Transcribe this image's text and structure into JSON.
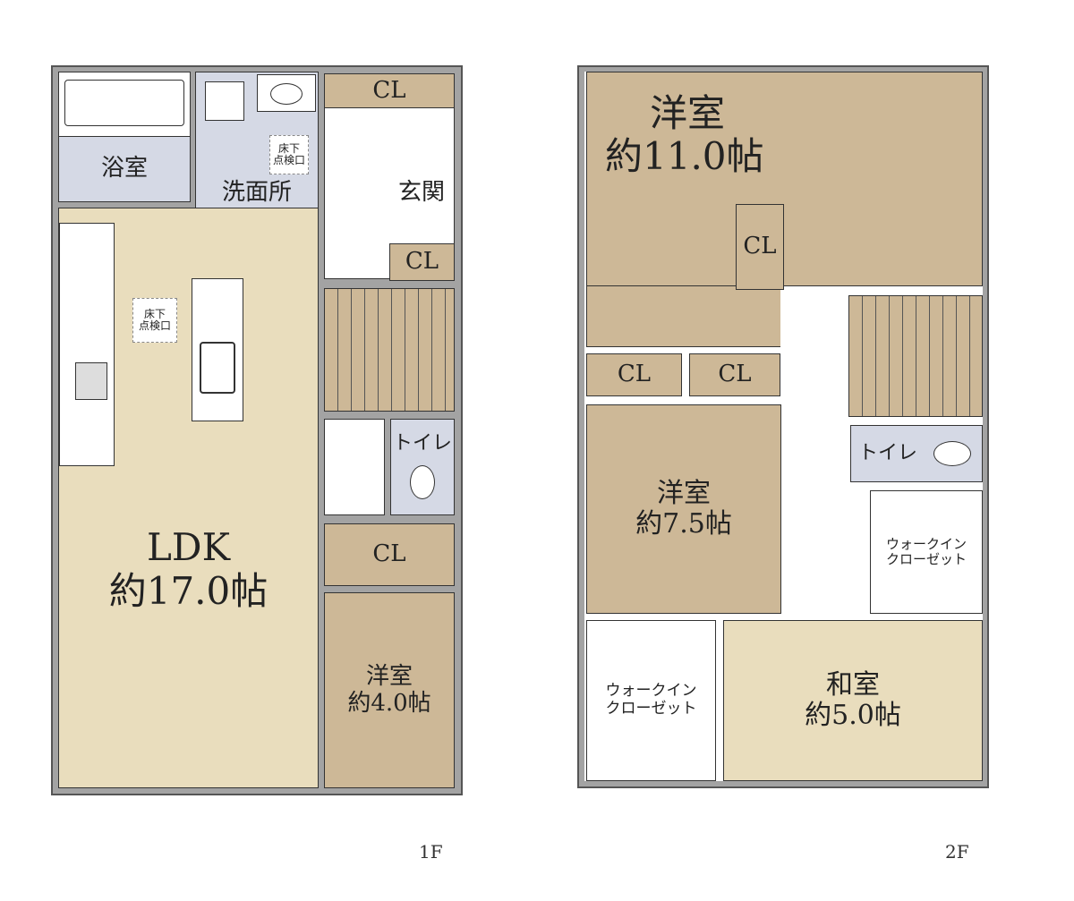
{
  "floor1": {
    "label": "1F",
    "bathroom": "浴室",
    "washroom": "洗面所",
    "entrance": "玄関",
    "closet_top": "CL",
    "closet_entrance": "CL",
    "toilet": "トイレ",
    "closet_mid": "CL",
    "ldk": {
      "name": "LDK",
      "size": "約17.0帖"
    },
    "western_room": {
      "name": "洋室",
      "size": "約4.0帖"
    },
    "inspection_hatch_washroom": [
      "床下",
      "点検口"
    ],
    "inspection_hatch_ldk": [
      "床下",
      "点検口"
    ]
  },
  "floor2": {
    "label": "2F",
    "master_room": {
      "name": "洋室",
      "size": "約11.0帖"
    },
    "closet_master": "CL",
    "closet_a": "CL",
    "closet_b": "CL",
    "western_room": {
      "name": "洋室",
      "size": "約7.5帖"
    },
    "toilet": "トイレ",
    "walk_in_closet_right": [
      "ウォークイン",
      "クローゼット"
    ],
    "walk_in_closet_left": [
      "ウォークイン",
      "クローゼット"
    ],
    "japanese_room": {
      "name": "和室",
      "size": "約5.0帖"
    }
  }
}
